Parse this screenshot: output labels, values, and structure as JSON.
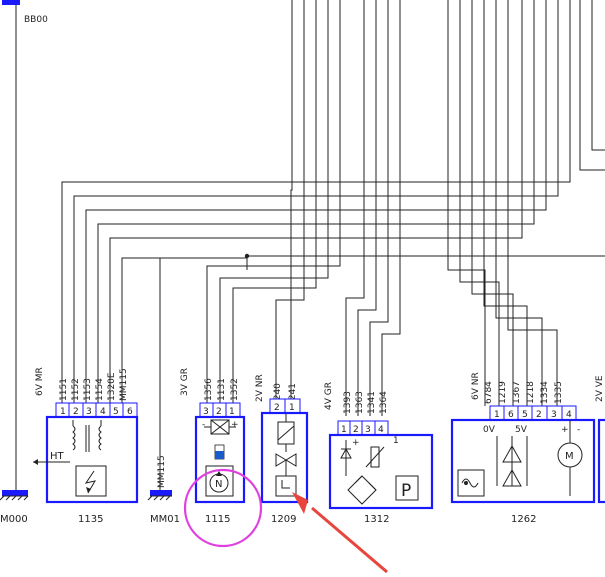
{
  "top_connector": {
    "label": "BB00"
  },
  "grounds": {
    "left": "M000",
    "mid": "MM01",
    "mid_vertical": "MM115"
  },
  "components": [
    {
      "id": "1135",
      "connector": "6V MR",
      "wires": [
        "1151",
        "1152",
        "1153",
        "1154",
        "1320E",
        "MM115"
      ],
      "pins": [
        "1",
        "2",
        "3",
        "4",
        "5",
        "6"
      ],
      "inner_label": "HT"
    },
    {
      "id": "1115",
      "connector": "3V GR",
      "wires": [
        "1356",
        "1131",
        "1352"
      ],
      "pins": [
        "3",
        "2",
        "1"
      ],
      "pin_signs": [
        "-",
        "+"
      ]
    },
    {
      "id": "1209",
      "connector": "2V NR",
      "wires": [
        "1240",
        "1241"
      ],
      "pins": [
        "2",
        "1"
      ]
    },
    {
      "id": "1312",
      "connector": "4V GR",
      "wires": [
        "1393",
        "1363",
        "1341",
        "1364"
      ],
      "pins": [
        "1",
        "2",
        "3",
        "4"
      ],
      "pin_signs": [
        "+",
        "1"
      ],
      "inner_label": "P"
    },
    {
      "id": "1262",
      "connector": "6V NR",
      "wires": [
        "6784",
        "1219",
        "1367",
        "1218",
        "1334",
        "1335"
      ],
      "pins": [
        "1",
        "6",
        "5",
        "2",
        "3",
        "4"
      ],
      "inner_labels": [
        "0V",
        "5V",
        "+",
        "-"
      ]
    },
    {
      "connector": "2V VE"
    }
  ],
  "colors": {
    "component_border": "#1a1aff",
    "wire": "#222222",
    "highlight_circle": "#e040e0",
    "arrow": "#e8463c"
  }
}
